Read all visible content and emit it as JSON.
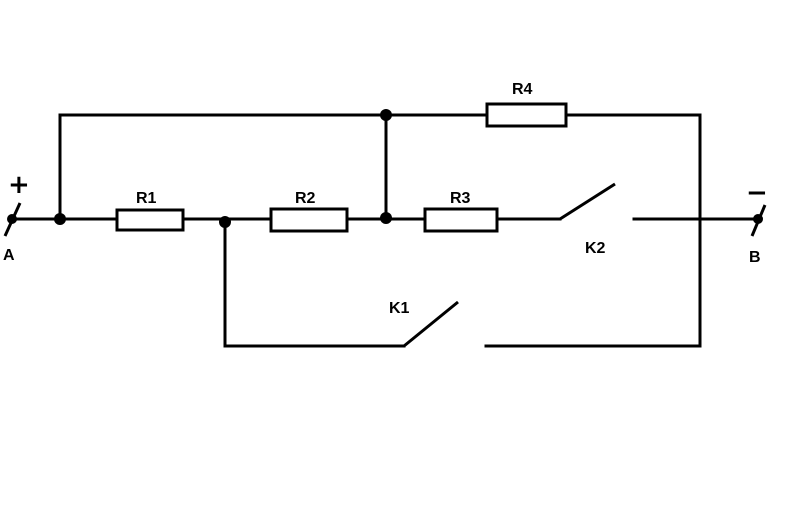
{
  "labels": {
    "terminal_a": "A",
    "terminal_b": "B",
    "plus": "+",
    "minus": "−",
    "r1": "R1",
    "r2": "R2",
    "r3": "R3",
    "r4": "R4",
    "k1": "K1",
    "k2": "K2"
  },
  "colors": {
    "line": "#000000",
    "background": "#ffffff"
  }
}
